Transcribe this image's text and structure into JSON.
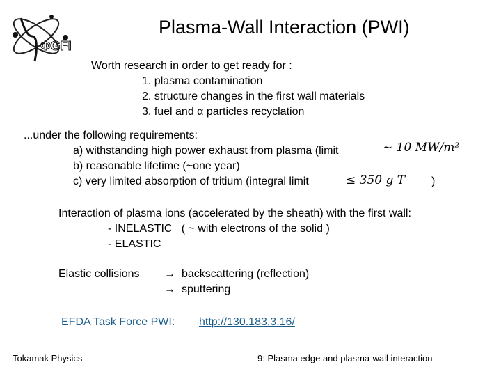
{
  "slide": {
    "title": "Plasma-Wall Interaction (PWI)",
    "logo_text": "ΦGFI",
    "intro": {
      "lead": "Worth research in order to get ready for :",
      "items": [
        "1. plasma contamination",
        "2. structure changes in the first wall materials",
        "3. fuel and α particles recyclation"
      ]
    },
    "requirements": {
      "lead": "...under the following requirements:",
      "a": "a) withstanding high power exhaust from plasma (limit",
      "a_note": "~ 10 MW/m²",
      "b": "b) reasonable lifetime (~one year)",
      "c": "c) very limited absorption of tritium (integral limit",
      "c_note": "≤ 350 g T",
      "c_close": ")"
    },
    "interaction": {
      "lead": "Interaction of plasma ions (accelerated by the sheath) with the first wall:",
      "inelastic": "- INELASTIC   ( ~ with electrons of the solid )",
      "elastic": "- ELASTIC"
    },
    "elastic": {
      "lead": "Elastic collisions",
      "arrow": "→",
      "item1": "backscattering (reflection)",
      "item2": "sputtering"
    },
    "efda": {
      "label": "EFDA Task Force PWI:",
      "link": "http://130.183.3.16/"
    },
    "footer": {
      "left": "Tokamak Physics",
      "right": "9: Plasma edge and plasma-wall interaction"
    }
  }
}
